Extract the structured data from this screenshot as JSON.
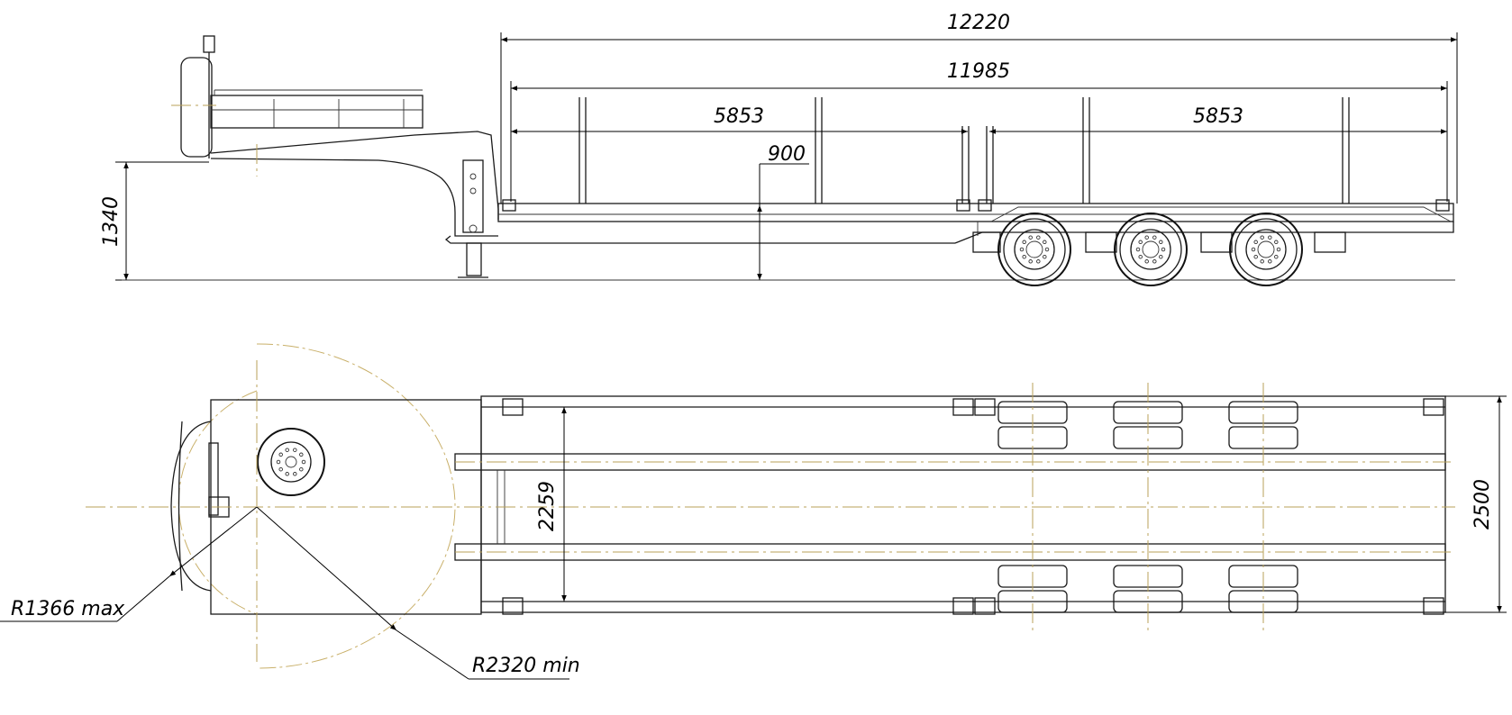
{
  "dimensions": {
    "overall_length": "12220",
    "deck_length": "11985",
    "front_section": "5853",
    "rear_section": "5853",
    "deck_height": "900",
    "coupling_height": "1340",
    "inner_width": "2259",
    "overall_width": "2500",
    "front_swing_radius": "R1366 max",
    "turning_radius": "R2320 min"
  },
  "colors": {
    "line": "#1a1a1a",
    "centerline": "#b9a25a",
    "background": "#ffffff"
  }
}
